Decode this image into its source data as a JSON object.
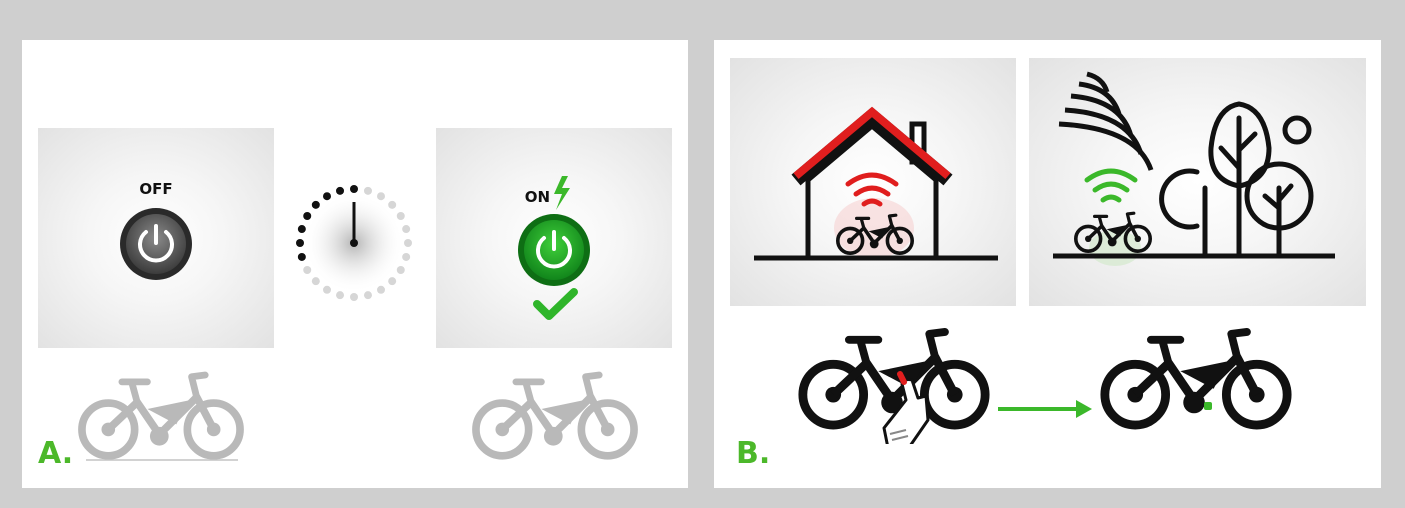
{
  "panel_a": {
    "letter": "A.",
    "off_label": "OFF",
    "on_label": "ON",
    "icons": [
      "power-button-off-icon",
      "countdown-timer-icon",
      "power-button-on-icon",
      "checkmark-icon",
      "lightning-icon",
      "ebike-icon"
    ]
  },
  "panel_b": {
    "letter": "B.",
    "icons": [
      "house-icon",
      "wifi-signal-icon",
      "signal-waves-icon",
      "trees-icon",
      "sun-icon",
      "ebike-icon",
      "hand-icon",
      "arrow-right-icon"
    ]
  },
  "colors": {
    "accent_green": "#4cb82a",
    "alert_red": "#e01e1e",
    "frame_gray": "#cfcfcf"
  }
}
